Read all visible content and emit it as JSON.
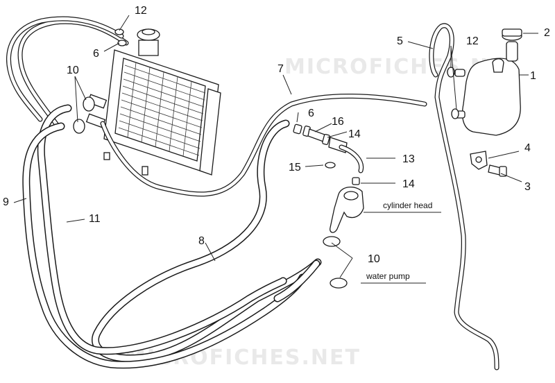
{
  "watermark": {
    "text": "MICROFICHES.NET"
  },
  "callouts": {
    "c1": "1",
    "c2": "2",
    "c3": "3",
    "c4": "4",
    "c5": "5",
    "c6a": "6",
    "c6b": "6",
    "c7": "7",
    "c8": "8",
    "c9": "9",
    "c10a": "10",
    "c10b": "10",
    "c11": "11",
    "c12a": "12",
    "c12b": "12",
    "c13": "13",
    "c14a": "14",
    "c14b": "14",
    "c15": "15",
    "c16": "16"
  },
  "notes": {
    "cylinder_head": "cylinder head",
    "water_pump": "water pump"
  }
}
